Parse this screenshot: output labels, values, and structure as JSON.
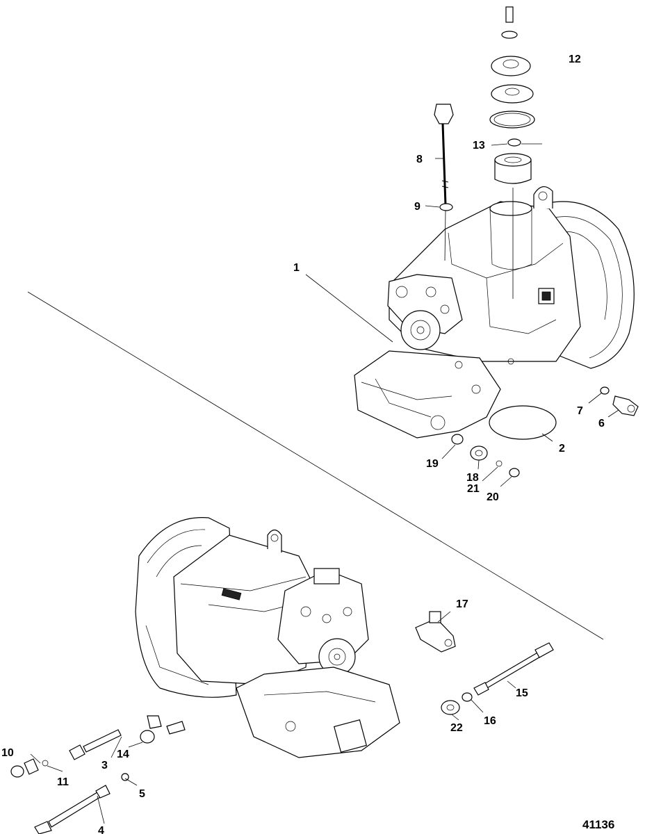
{
  "figure_number": "41136",
  "callouts": {
    "c1": "1",
    "c2": "2",
    "c3": "3",
    "c4": "4",
    "c5": "5",
    "c6": "6",
    "c7": "7",
    "c8": "8",
    "c9": "9",
    "c10": "10",
    "c11": "11",
    "c12": "12",
    "c13": "13",
    "c14": "14",
    "c15": "15",
    "c16": "16",
    "c17": "17",
    "c18": "18",
    "c19": "19",
    "c20": "20",
    "c21": "21",
    "c22": "22"
  }
}
